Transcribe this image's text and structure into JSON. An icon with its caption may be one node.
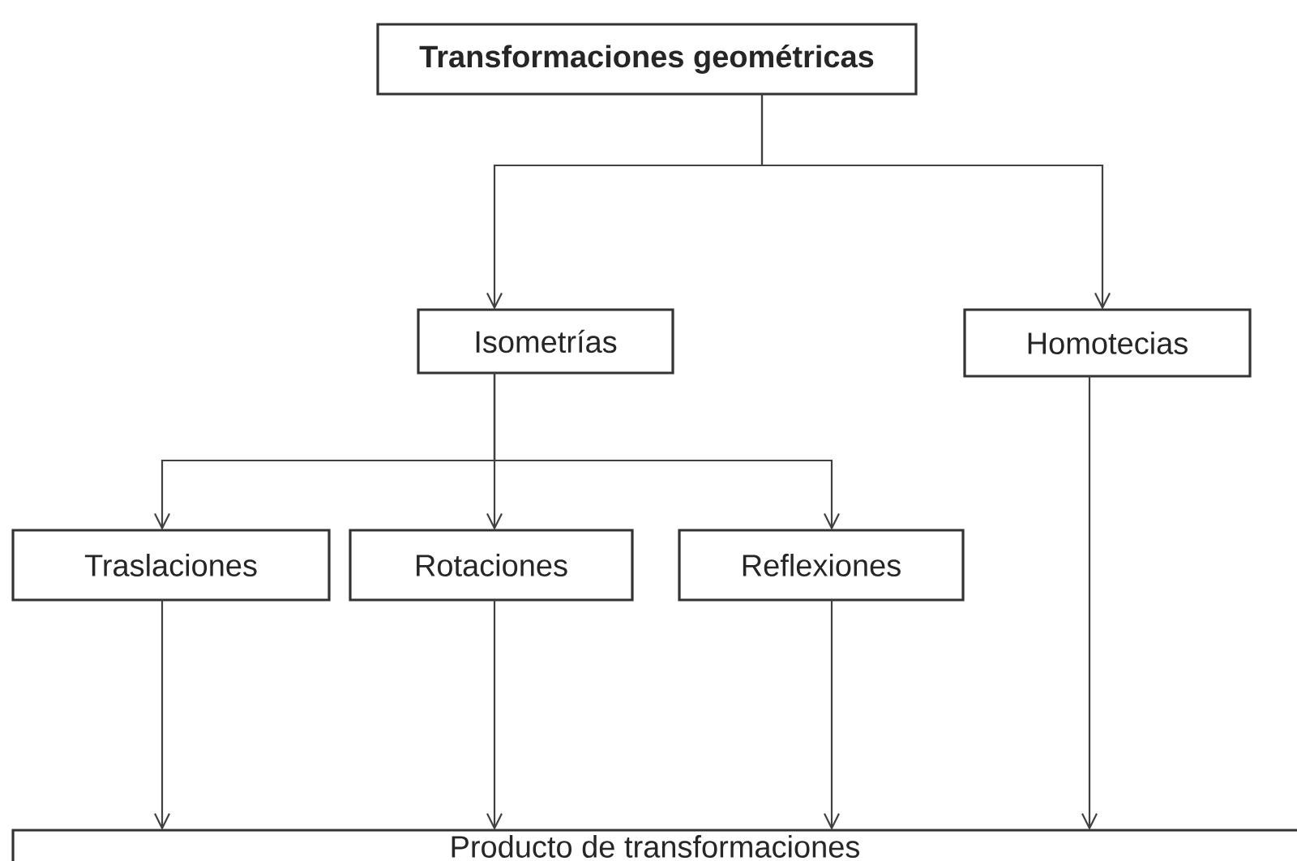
{
  "diagram": {
    "nodes": [
      {
        "text": [
          "Transformaciones geométricas"
        ]
      },
      {
        "text": [
          "Isometrías"
        ]
      },
      {
        "text": [
          "Homotecias"
        ]
      },
      {
        "text": [
          "Traslaciones"
        ]
      },
      {
        "text": [
          "Rotaciones"
        ]
      },
      {
        "text": [
          "Reflexiones"
        ]
      },
      {
        "text": [
          "Producto de transformaciones"
        ]
      }
    ],
    "edges": [
      {
        "from": 0,
        "to": 1,
        "arrow": "to"
      },
      {
        "from": 0,
        "to": 2,
        "arrow": "to"
      },
      {
        "from": 1,
        "to": 3,
        "arrow": "to"
      },
      {
        "from": 1,
        "to": 4,
        "arrow": "to"
      },
      {
        "from": 1,
        "to": 5,
        "arrow": "to"
      },
      {
        "from": 3,
        "to": 6,
        "arrow": "to"
      },
      {
        "from": 4,
        "to": 6,
        "arrow": "to"
      },
      {
        "from": 5,
        "to": 6,
        "arrow": "to"
      },
      {
        "from": 2,
        "to": 6,
        "arrow": "to"
      }
    ]
  }
}
